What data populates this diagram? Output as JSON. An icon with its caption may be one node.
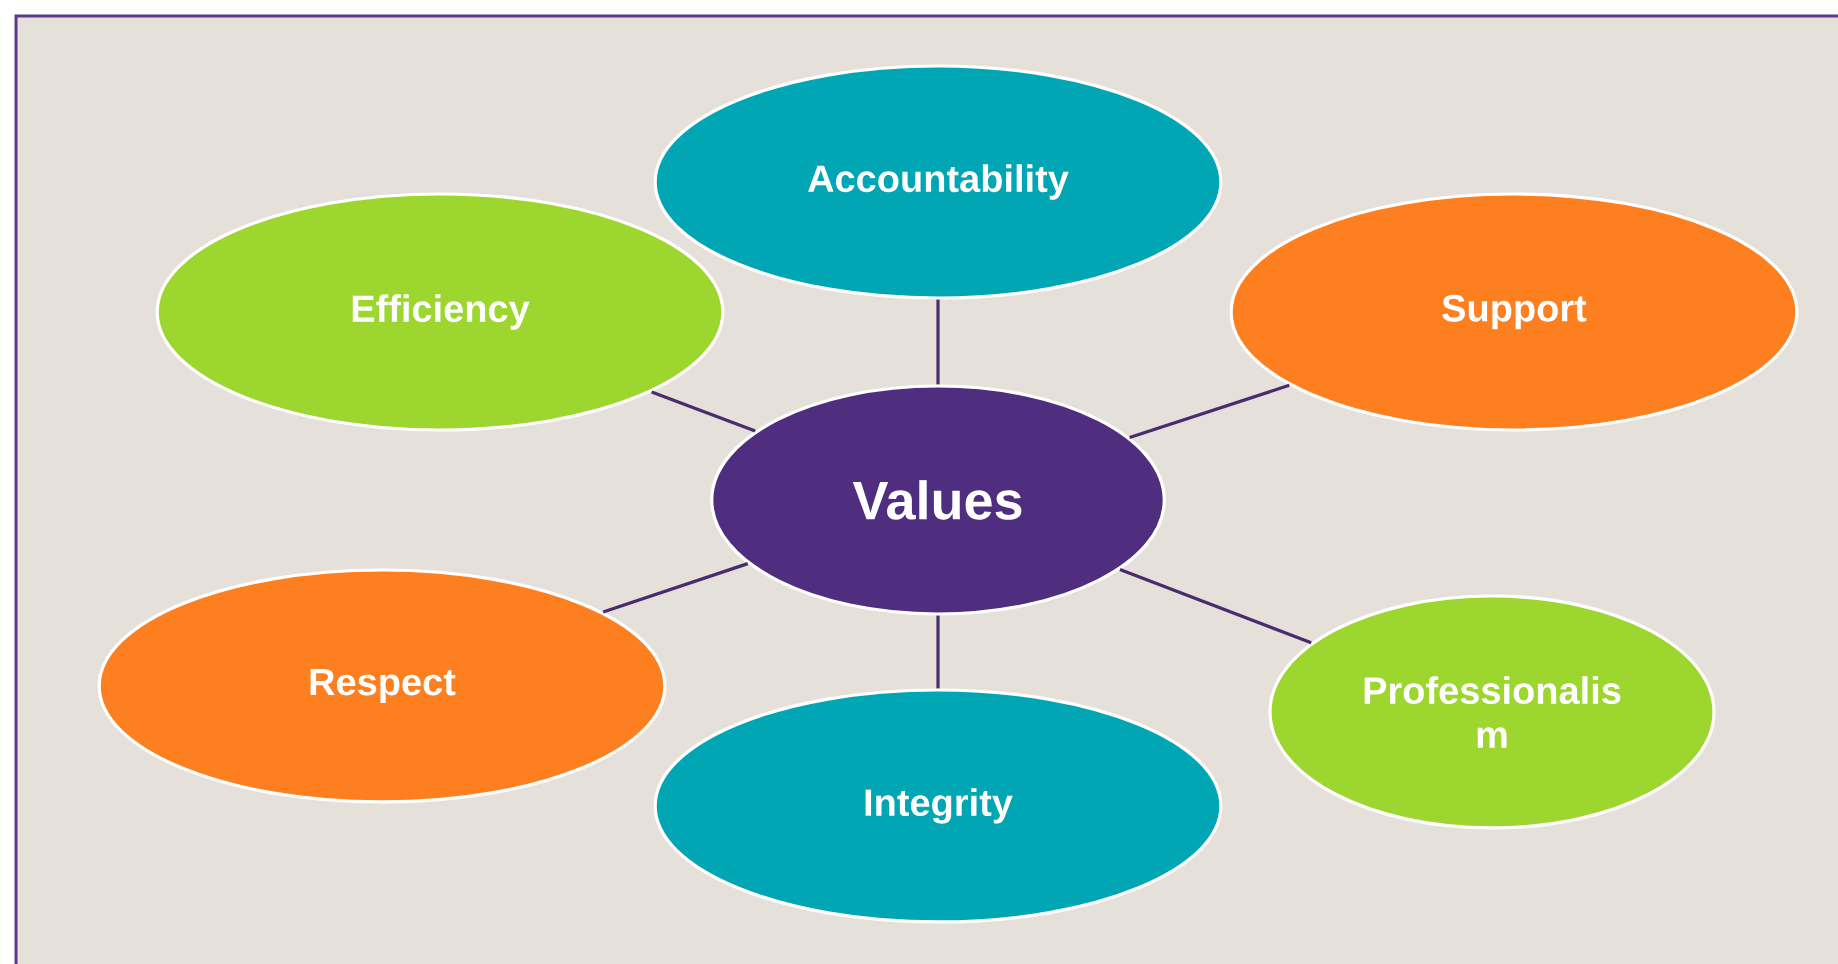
{
  "diagram": {
    "nodes": [
      {
        "text": [
          "Values"
        ]
      },
      {
        "text": [
          "Accountability"
        ]
      },
      {
        "text": [
          "Support"
        ]
      },
      {
        "text": [
          "Professionalis m"
        ]
      },
      {
        "text": [
          "Integrity"
        ]
      },
      {
        "text": [
          "Respect"
        ]
      },
      {
        "text": [
          "Efficiency"
        ]
      }
    ],
    "edges": [
      {
        "from": 0,
        "to": 1,
        "arrow": "none"
      },
      {
        "from": 0,
        "to": 2,
        "arrow": "none"
      },
      {
        "from": 0,
        "to": 3,
        "arrow": "none"
      },
      {
        "from": 0,
        "to": 4,
        "arrow": "none"
      },
      {
        "from": 0,
        "to": 5,
        "arrow": "none"
      },
      {
        "from": 0,
        "to": 6,
        "arrow": "none"
      }
    ]
  }
}
